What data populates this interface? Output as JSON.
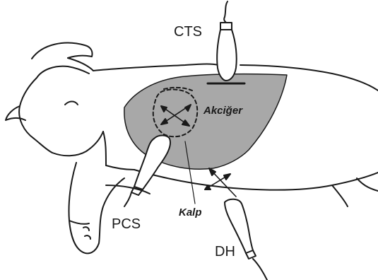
{
  "labels": {
    "cts": "CTS",
    "pcs": "PCS",
    "dh": "DH",
    "akciger": "Akciğer",
    "kalp": "Kalp"
  },
  "colors": {
    "lung_fill": "#a8a8a8",
    "line": "#1a1a1a",
    "probe_fill": "#ffffff"
  },
  "icons": {
    "probes": [
      "ultrasound-probe-icon",
      "ultrasound-probe-icon",
      "ultrasound-probe-icon"
    ],
    "arrows": [
      "double-arrow-icon",
      "double-arrow-icon",
      "double-arrow-icon"
    ]
  }
}
